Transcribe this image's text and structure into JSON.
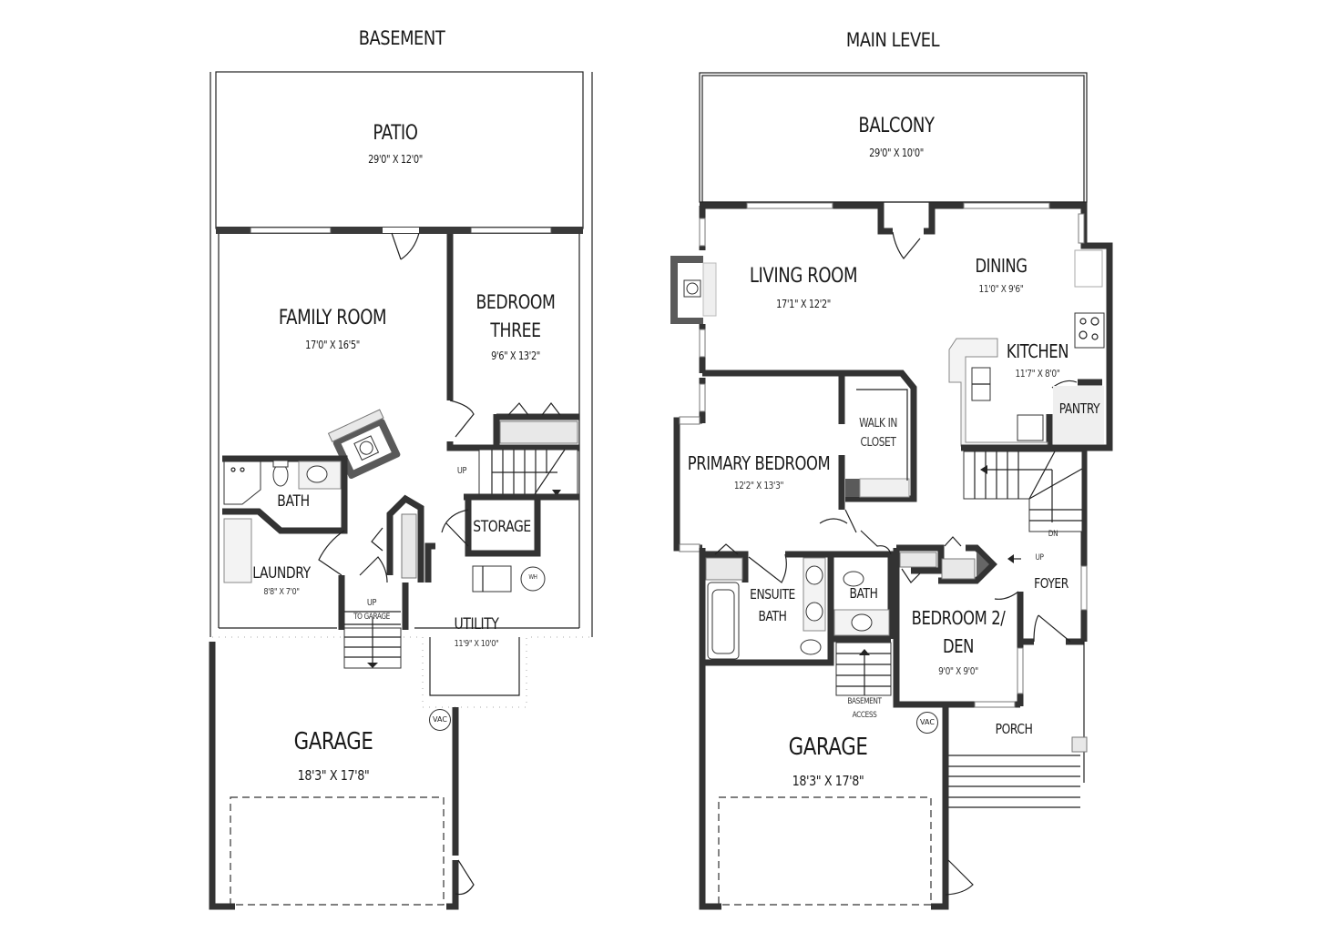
{
  "floors": [
    {
      "title": "BASEMENT",
      "rooms": {
        "patio": {
          "name": "PATIO",
          "dim": "29'0\" X 12'0\""
        },
        "family_room": {
          "name": "FAMILY ROOM",
          "dim": "17'0\" X 16'5\""
        },
        "bedroom_three": {
          "name_line1": "BEDROOM",
          "name_line2": "THREE",
          "dim": "9'6\" X 13'2\""
        },
        "bath": {
          "name": "BATH"
        },
        "laundry": {
          "name": "LAUNDRY",
          "dim": "8'8\" X 7'0\""
        },
        "storage": {
          "name": "STORAGE"
        },
        "utility": {
          "name": "UTILITY",
          "dim": "11'9\" X 10'0\""
        },
        "garage": {
          "name": "GARAGE",
          "dim": "18'3\" X 17'8\""
        }
      },
      "annotations": {
        "stair_up": "UP",
        "to_garage_up": "UP",
        "to_garage": "TO GARAGE",
        "water_heater": "WH",
        "vac": "VAC"
      }
    },
    {
      "title": "MAIN LEVEL",
      "rooms": {
        "balcony": {
          "name": "BALCONY",
          "dim": "29'0\" X 10'0\""
        },
        "living_room": {
          "name": "LIVING ROOM",
          "dim": "17'1\" X 12'2\""
        },
        "dining": {
          "name": "DINING",
          "dim": "11'0\" X 9'6\""
        },
        "kitchen": {
          "name": "KITCHEN",
          "dim": "11'7\" X 8'0\""
        },
        "pantry": {
          "name": "PANTRY"
        },
        "walk_in_closet": {
          "name_line1": "WALK IN",
          "name_line2": "CLOSET"
        },
        "primary_bedroom": {
          "name": "PRIMARY BEDROOM",
          "dim": "12'2\" X 13'3\""
        },
        "ensuite_bath": {
          "name_line1": "ENSUITE",
          "name_line2": "BATH"
        },
        "bath": {
          "name": "BATH"
        },
        "bedroom2_den": {
          "name_line1": "BEDROOM 2/",
          "name_line2": "DEN",
          "dim": "9'0\" X 9'0\""
        },
        "foyer": {
          "name": "FOYER"
        },
        "porch": {
          "name": "PORCH"
        },
        "garage": {
          "name": "GARAGE",
          "dim": "18'3\" X 17'8\""
        }
      },
      "annotations": {
        "stair_dn": "DN",
        "stair_up": "UP",
        "basement_access_line1": "BASEMENT",
        "basement_access_line2": "ACCESS",
        "vac": "VAC"
      }
    }
  ]
}
